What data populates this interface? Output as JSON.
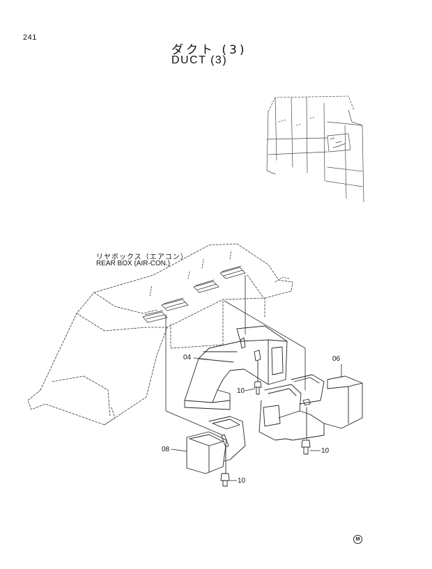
{
  "page": {
    "number": "241",
    "title_jp": "ダクト (3)",
    "title_en": "DUCT (3)"
  },
  "labels": {
    "rear_box_jp": "リヤボックス（エアコン）",
    "rear_box_en": "REAR BOX (AIR-CON.)"
  },
  "parts": {
    "p04": "04",
    "p06": "06",
    "p08": "08",
    "p10a": "10",
    "p10b": "10",
    "p10c": "10"
  },
  "logo": {
    "mark": "M"
  }
}
